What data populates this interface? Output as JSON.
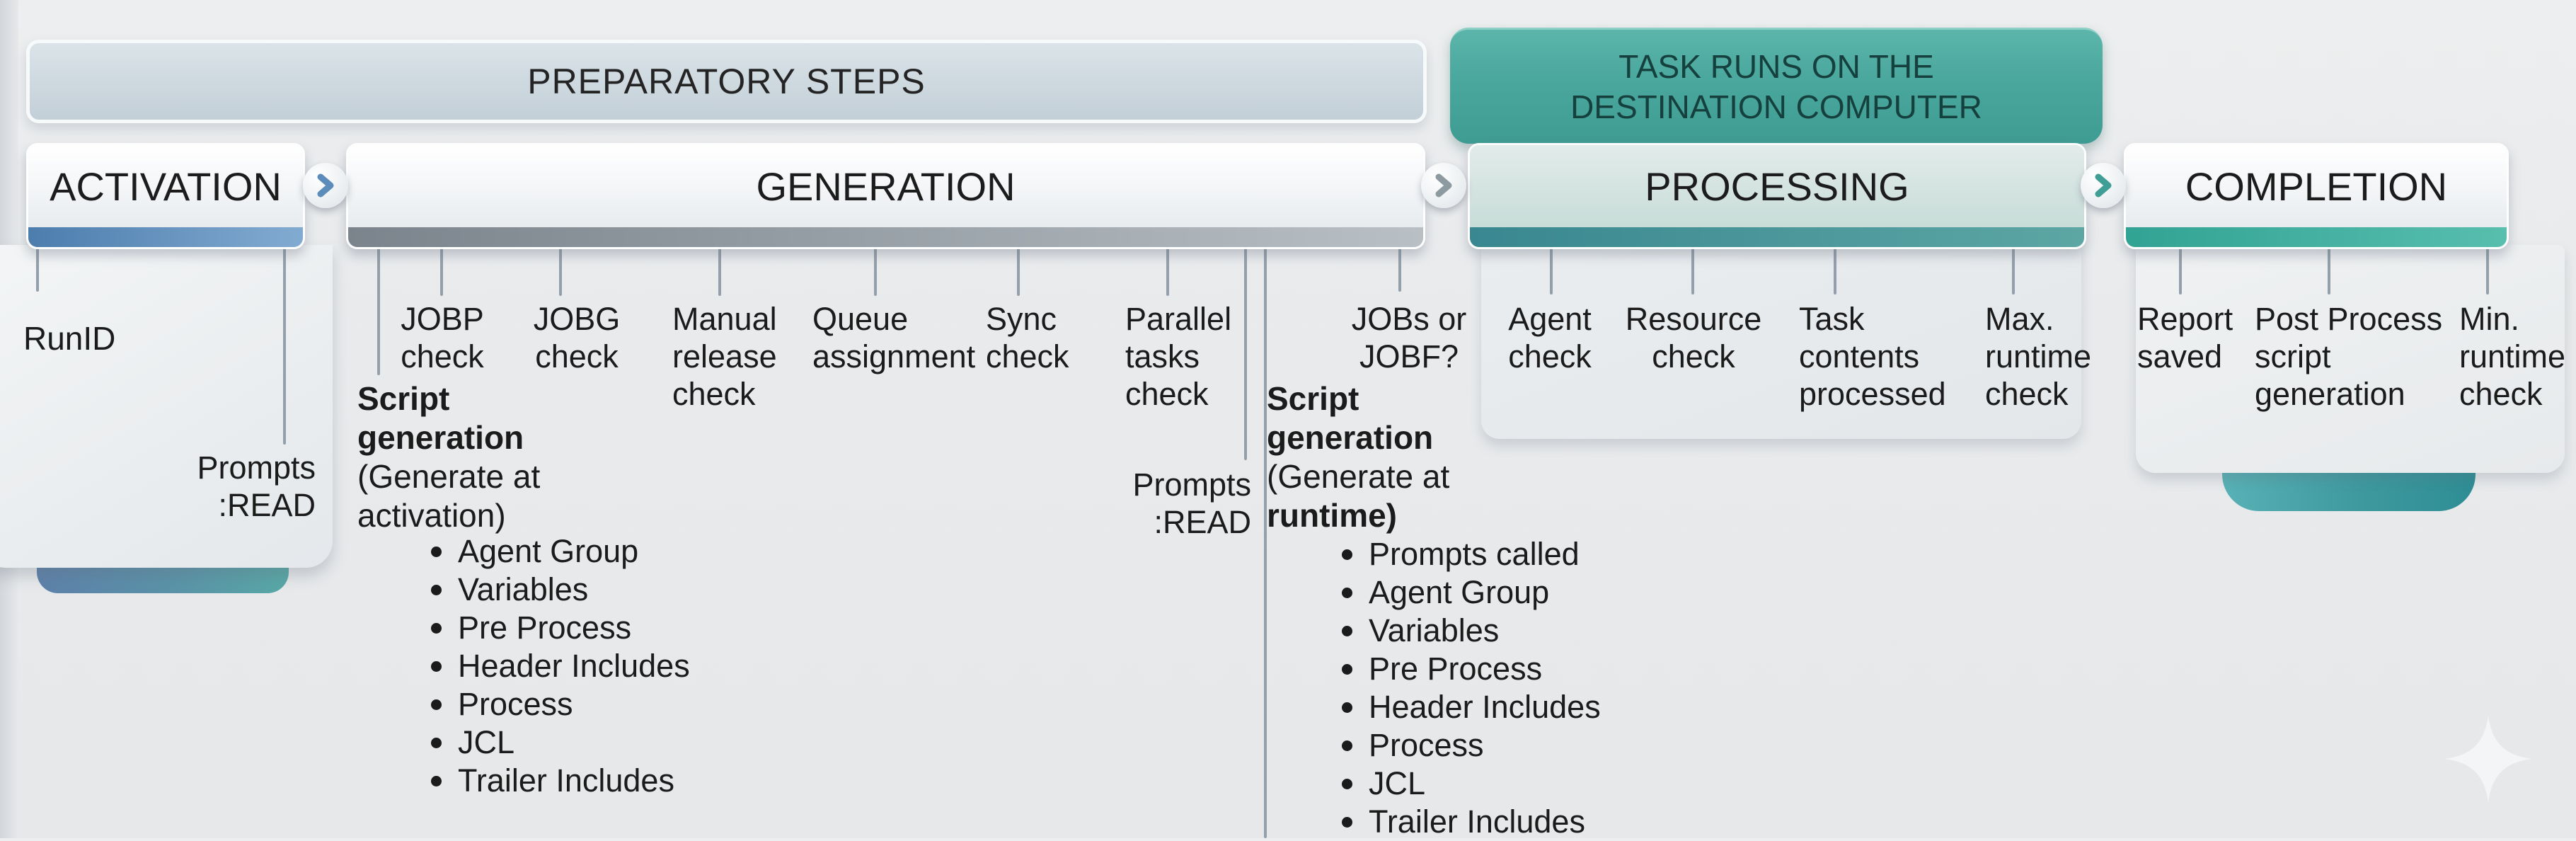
{
  "banners": {
    "preparatory": "PREPARATORY STEPS",
    "task_runs": "TASK RUNS ON THE\nDESTINATION COMPUTER"
  },
  "colors": {
    "accent_blue": "#4c7dad",
    "accent_teal": "#3e9c93",
    "band_gray": "#8a929a",
    "panel_teal_light": "#cfe0dc",
    "connector_gray": "#93a0ab"
  },
  "stages": {
    "activation": {
      "header": "ACTIVATION",
      "runid": "RunID",
      "prompts": "Prompts\n:READ"
    },
    "generation": {
      "header": "GENERATION",
      "checks": {
        "jobp": "JOBP\ncheck",
        "jobg": "JOBG\ncheck",
        "manual": "Manual\nrelease\ncheck",
        "queue": "Queue\nassignment",
        "sync": "Sync\ncheck",
        "parallel": "Parallel\ntasks\ncheck"
      },
      "prompts": "Prompts\n:READ",
      "script_activation": {
        "title": "Script\ngeneration",
        "subtitle": "(Generate at\nactivation)",
        "bullets": [
          "Agent Group",
          "Variables",
          "Pre Process",
          "Header Includes",
          "Process",
          "JCL",
          "Trailer Includes"
        ]
      },
      "jobs_question": "JOBs or\nJOBF?",
      "script_runtime": {
        "title": "Script\ngeneration",
        "subtitle_regular": "(Generate at",
        "subtitle_bold": "runtime)",
        "bullets": [
          "Prompts called",
          "Agent Group",
          "Variables",
          "Pre Process",
          "Header Includes",
          "Process",
          "JCL",
          "Trailer Includes"
        ]
      }
    },
    "processing": {
      "header": "PROCESSING",
      "items": [
        "Agent\ncheck",
        "Resource\ncheck",
        "Task\ncontents\nprocessed",
        "Max.\nruntime\ncheck"
      ]
    },
    "completion": {
      "header": "COMPLETION",
      "items": [
        "Report\nsaved",
        "Post Process\nscript\ngeneration",
        "Min.\nruntime\ncheck"
      ]
    }
  }
}
